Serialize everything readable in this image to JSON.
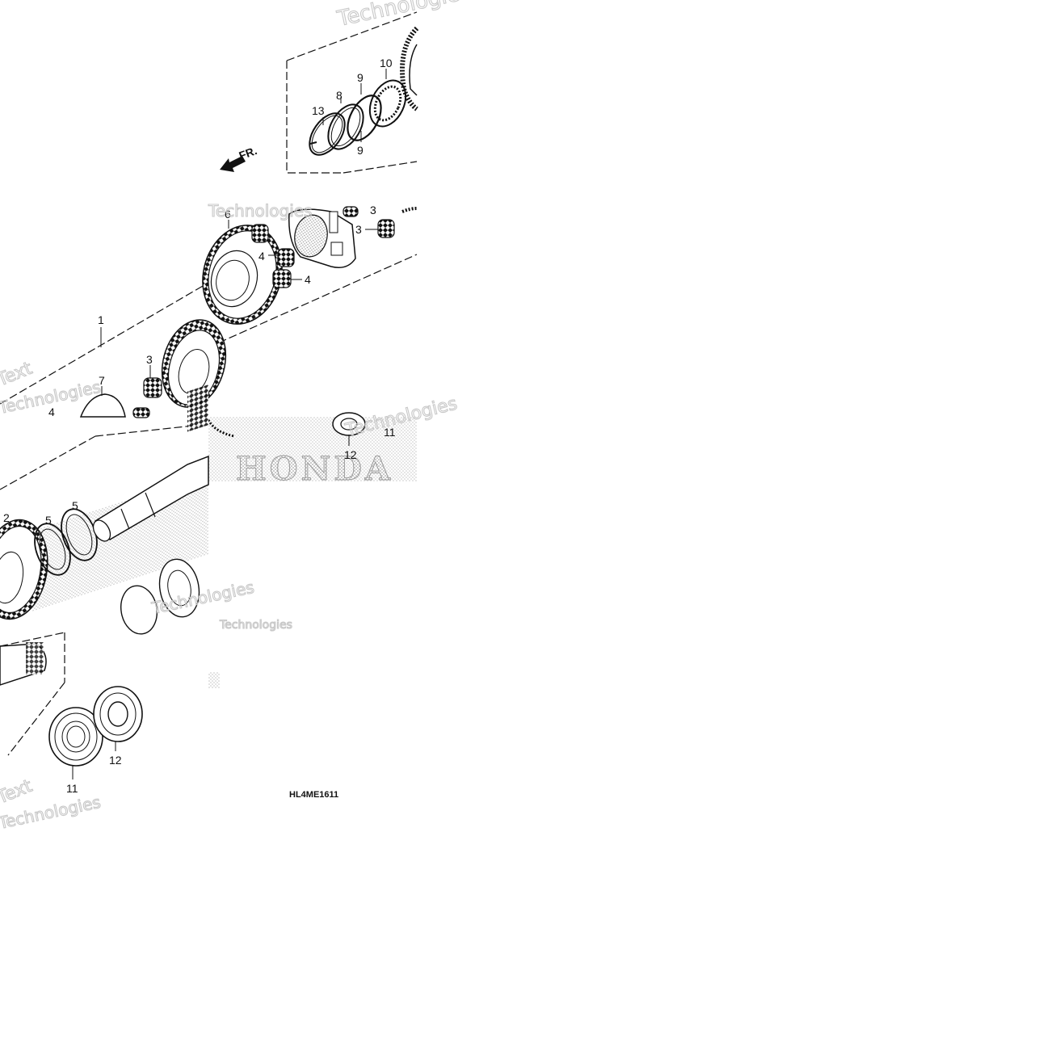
{
  "diagram": {
    "callouts": {
      "c1": "1",
      "c2": "2",
      "c3": "3",
      "c4": "4",
      "c5": "5",
      "c6": "6",
      "c7": "7",
      "c8": "8",
      "c9": "9",
      "c10": "10",
      "c11": "11",
      "c12": "12",
      "c13": "13"
    },
    "front_marker": "FR.",
    "drawing_code": "HL4ME1611",
    "watermark_text": "Technologies",
    "watermark_text_2": "Text",
    "brand_text": "HONDA"
  },
  "colors": {
    "line": "#111111",
    "halftone": "#9a9a9a",
    "watermark": "#c8c8c8"
  }
}
